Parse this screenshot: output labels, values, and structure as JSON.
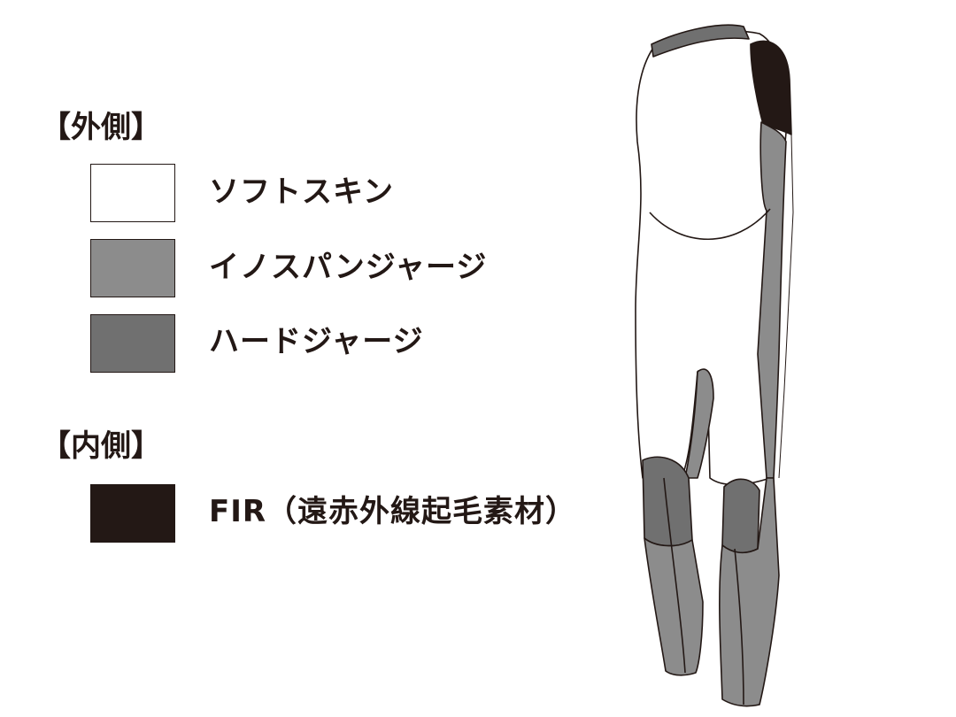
{
  "outer": {
    "heading": "【外側】",
    "items": [
      {
        "label": "ソフトスキン",
        "color": "#ffffff"
      },
      {
        "label": "イノスパンジャージ",
        "color": "#8c8c8c"
      },
      {
        "label": "ハードジャージ",
        "color": "#707070"
      }
    ]
  },
  "inner": {
    "heading": "【内側】",
    "items": [
      {
        "label": "FIR（遠赤外線起毛素材）",
        "color": "#231815"
      }
    ]
  },
  "colors": {
    "soft_skin": "#ffffff",
    "inospan": "#8c8c8c",
    "hard_jersey": "#707070",
    "fir": "#231815",
    "outline": "#231815"
  }
}
